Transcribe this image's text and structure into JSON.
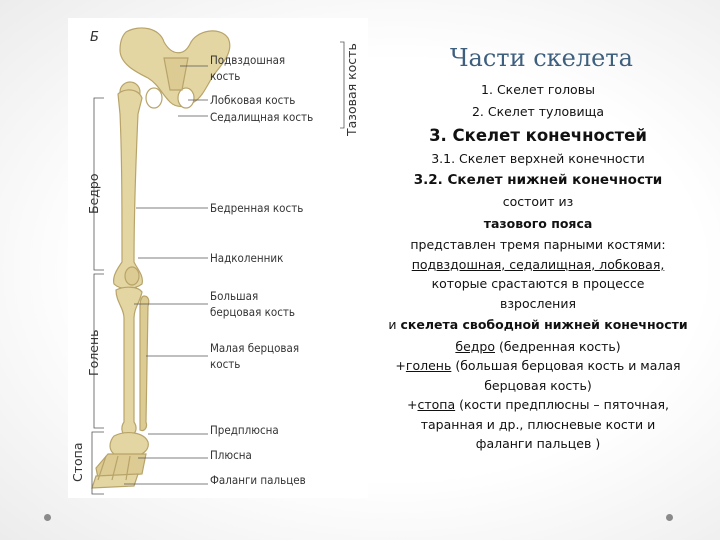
{
  "slide": {
    "title": "Части скелета",
    "lines": [
      "1. Скелет головы",
      "2. Скелет туловища",
      "3. Скелет конечностей",
      "3.1. Скелет верхней конечности",
      "3.2. Скелет нижней конечности",
      "состоит из",
      "тазового пояса",
      "представлен тремя парными костями:",
      "подвздошная, седалищная, лобковая,",
      "которые срастаются в процессе взросления",
      "и ",
      "скелета свободной нижней конечности",
      "бедро",
      " (бедренная кость)",
      "+",
      "голень",
      " (большая берцовая кость и малая берцовая кость)",
      "+",
      "стопа",
      " (кости предплюсны – пяточная, таранная и др., плюсневые кости и фаланги пальцев )"
    ]
  },
  "figure": {
    "letter": "Б",
    "callouts": [
      "Подвздошная кость",
      "Лобковая кость",
      "Седалищная кость",
      "Бедренная кость",
      "Надколенник",
      "Большая берцовая кость",
      "Малая берцовая кость",
      "Предплюсна",
      "Плюсна",
      "Фаланги пальцев"
    ],
    "group_labels": [
      "Тазовая кость",
      "Бедро",
      "Голень",
      "Стопа"
    ],
    "bone_color": "#e4d6a3",
    "bone_outline": "#b8a46a"
  }
}
